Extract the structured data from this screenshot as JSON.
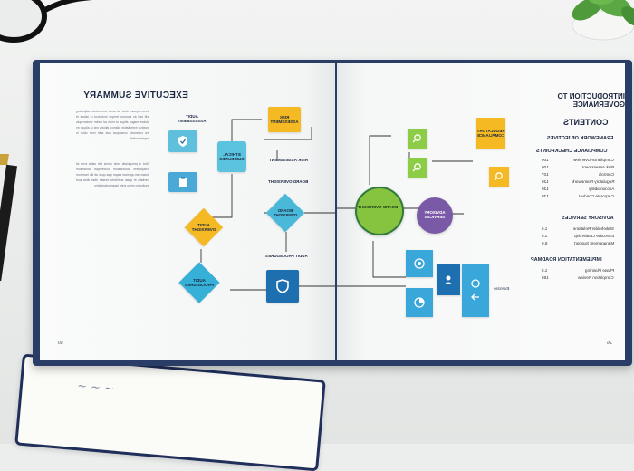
{
  "left_page": {
    "heading": "EXECUTIVE SUMMARY",
    "page_number": "50",
    "paragraph_1": "Lorem ipsum dolor sit amet consectetur adipiscing elit sed do eiusmod tempor incididunt ut labore et dolore magna aliqua ut enim ad minim veniam quis nostrud exercitation ullamco laboris nisi ut aliquip ex ea commodo consequat duis aute irure dolor in reprehenderit",
    "paragraph_2": "Sed ut perspiciatis unde omnis iste natus error sit voluptatem accusantium doloremque laudantium totam rem aperiam eaque ipsa quae ab illo inventore veritatis et quasi architecto beatae vitae dicta sunt explicabo nemo enim ipsam voluptatem"
  },
  "diagram": {
    "audit_assessment": "AUDIT ASSESSMENT",
    "risk_assessment": "RISK ASSESSMENT",
    "ethical_guidelines": "ETHICAL GUIDELINES",
    "risk_analysis": "RISK ASSESSMENT",
    "board_oversight_label": "BOARD OVERSIGHT",
    "board_oversight": "BOARD OVERSIGHT",
    "audit_oversight": "AUDIT OVERSIGHT",
    "audit_procedures": "AUDIT PROCEDURES",
    "audit_procedures_label": "AUDIT PROCEDURES",
    "board_oversight_center": "BOARD OVERSIGHT",
    "advisory_services": "ADVISORY SERVICES",
    "regulatory_compliance": "REGULATORY COMPLIANCE",
    "exercise_label": "Exercise"
  },
  "right_page": {
    "title": "INTRODUCTION TO GOVERNANCE",
    "contents": "CONTENTS",
    "framework": "FRAMEWORK OBJECTIVES",
    "compliance": "COMPLIANCE CHECKPOINTS",
    "compliance_rows": [
      {
        "label": "Compliance Overview",
        "num": "100"
      },
      {
        "label": "Risk Assessment",
        "num": "100"
      },
      {
        "label": "Controls",
        "num": "107"
      },
      {
        "label": "Regulatory Framework",
        "num": "120"
      },
      {
        "label": "Accountability",
        "num": "130"
      },
      {
        "label": "Corporate Conduct",
        "num": "130"
      }
    ],
    "advisory": "ADVISORY SERVICES",
    "advisory_rows": [
      {
        "label": "Stakeholder Relations",
        "num": "1.6"
      },
      {
        "label": "Executive Leadership",
        "num": "1.0"
      },
      {
        "label": "Management Support",
        "num": "6.0"
      }
    ],
    "roadmap": "IMPLEMENTATION ROADMAP",
    "roadmap_rows": [
      {
        "label": "Phase Planning",
        "num": "1.8"
      },
      {
        "label": "Completion Review",
        "num": "188"
      }
    ],
    "page_number": "26"
  }
}
